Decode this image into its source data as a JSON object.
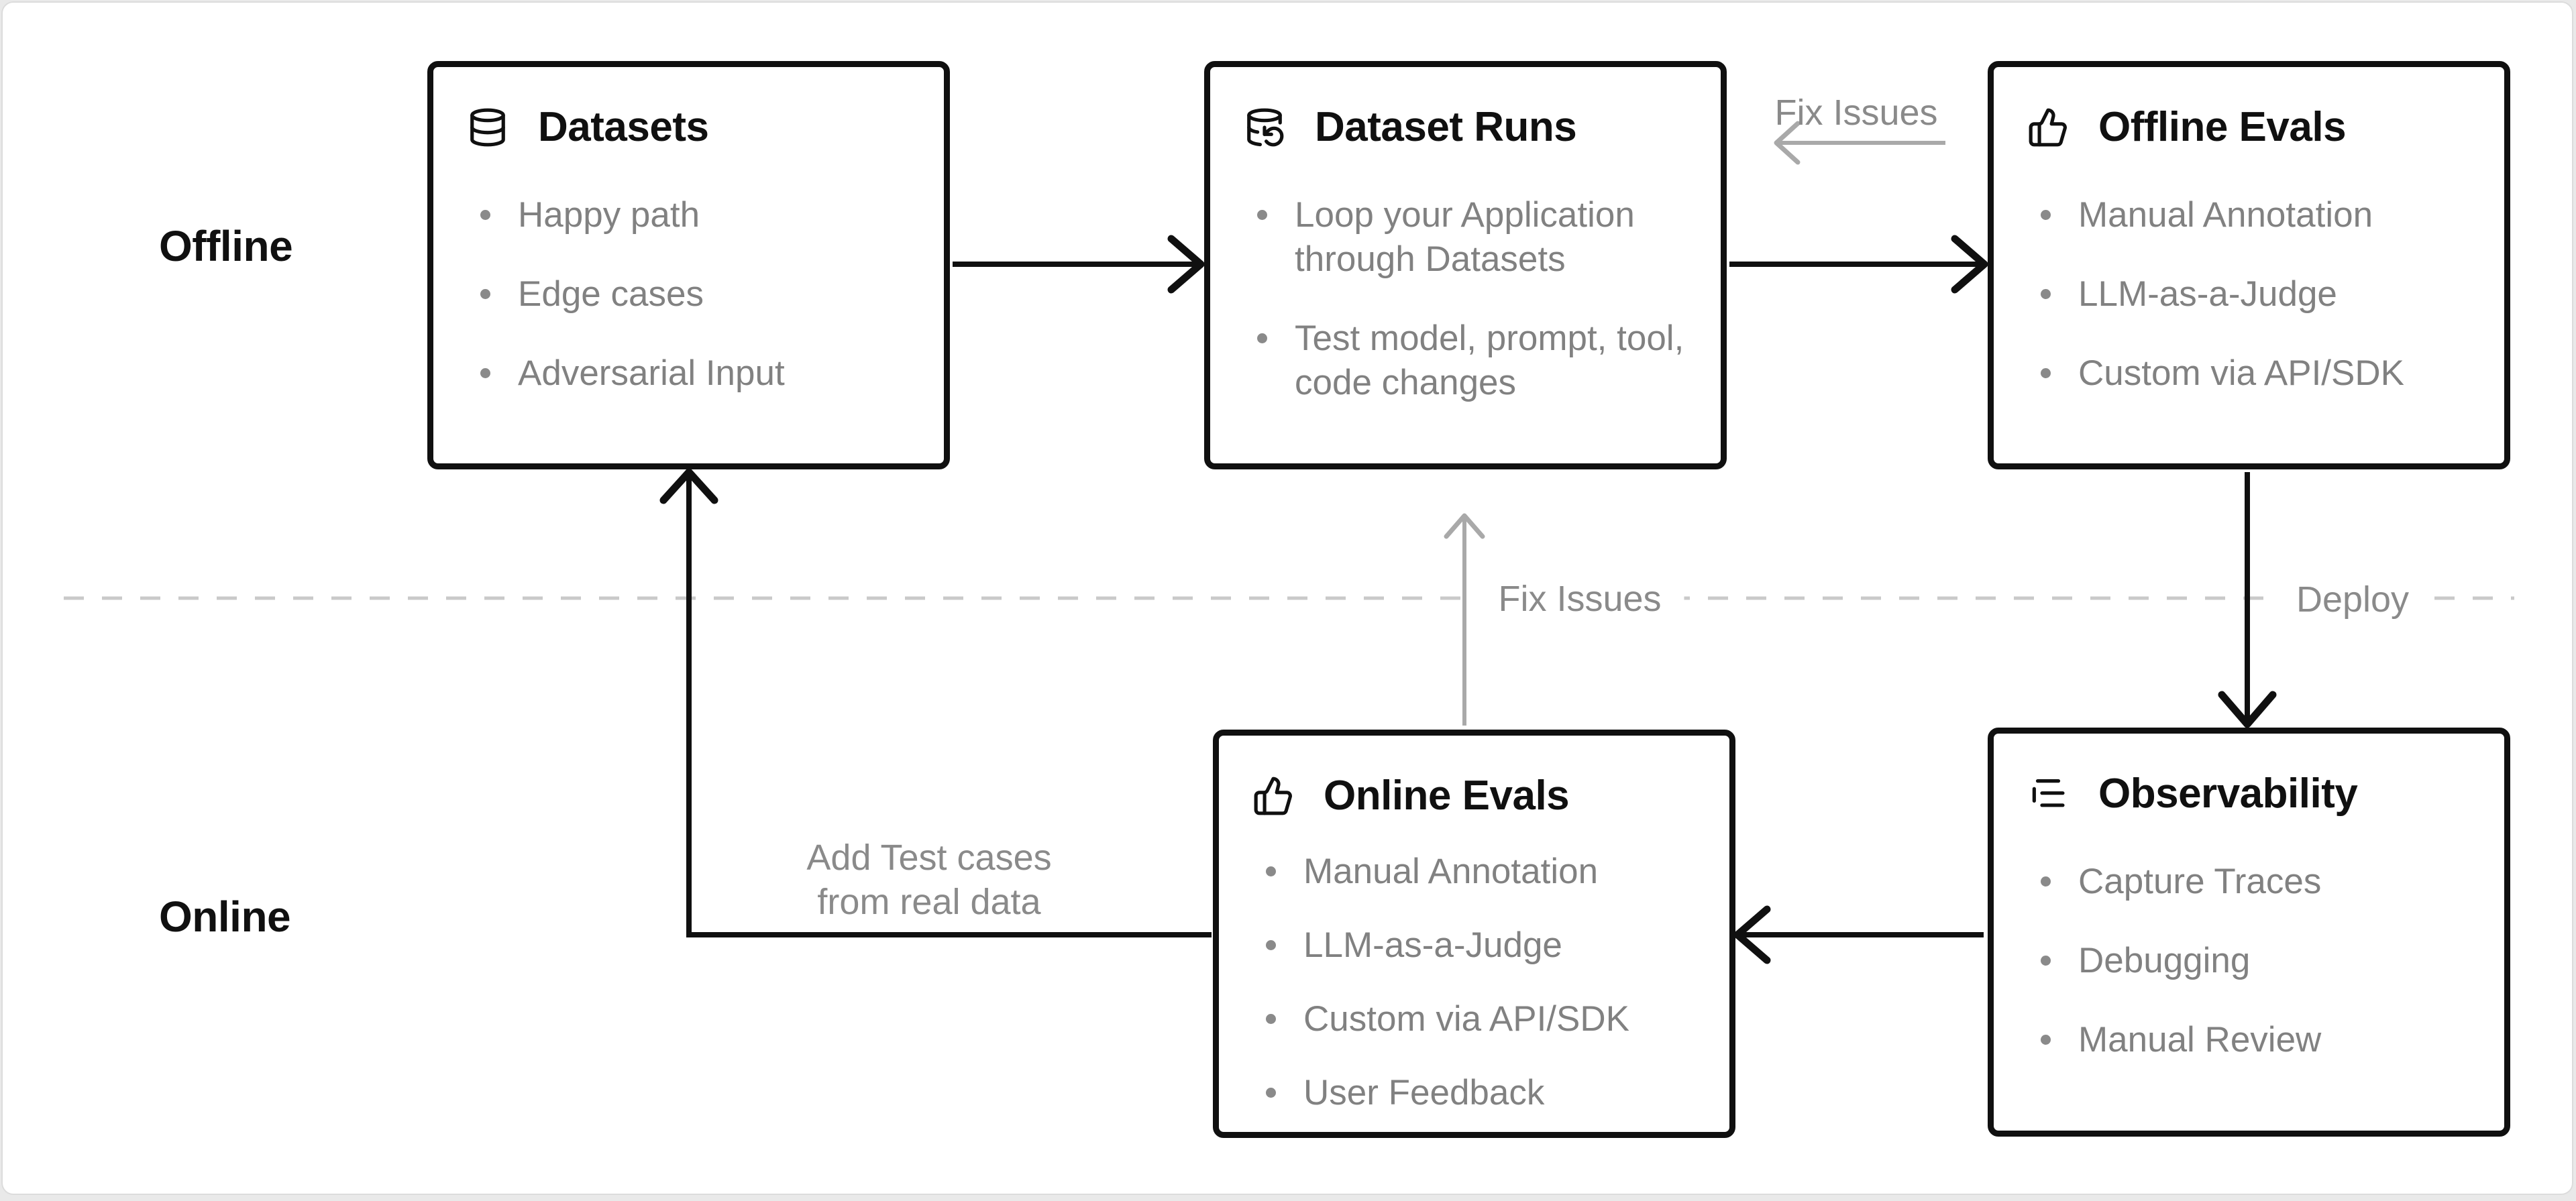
{
  "lanes": {
    "offline_label": "Offline",
    "online_label": "Online"
  },
  "boxes": [
    {
      "id": "datasets",
      "icon": "database-icon",
      "title": "Datasets",
      "bullets": [
        "Happy path",
        "Edge cases",
        "Adversarial Input"
      ]
    },
    {
      "id": "dataset-runs",
      "icon": "database-run-icon",
      "title": "Dataset Runs",
      "bullets": [
        "Loop your Application\nthrough Datasets",
        "Test model, prompt, tool,\ncode changes"
      ]
    },
    {
      "id": "offline-evals",
      "icon": "thumbs-up-icon",
      "title": "Offline Evals",
      "bullets": [
        "Manual Annotation",
        "LLM-as-a-Judge",
        "Custom via API/SDK"
      ]
    },
    {
      "id": "online-evals",
      "icon": "thumbs-up-icon",
      "title": "Online Evals",
      "bullets": [
        "Manual Annotation",
        "LLM-as-a-Judge",
        "Custom via API/SDK",
        "User Feedback"
      ]
    },
    {
      "id": "observability",
      "icon": "logs-icon",
      "title": "Observability",
      "bullets": [
        "Capture Traces",
        "Debugging",
        "Manual Review"
      ]
    }
  ],
  "edge_labels": {
    "fix_issues_top": "Fix Issues",
    "fix_issues_mid": "Fix Issues",
    "deploy": "Deploy",
    "add_test_cases": "Add Test cases\nfrom real data"
  },
  "colors": {
    "ink": "#101010",
    "muted_text": "#818181",
    "gray_arrow": "#a9a9a9",
    "dashed_line": "#c9c9c9",
    "card_background": "#ffffff",
    "page_background": "#e9e9e9",
    "card_border": "#dcdcdc"
  }
}
